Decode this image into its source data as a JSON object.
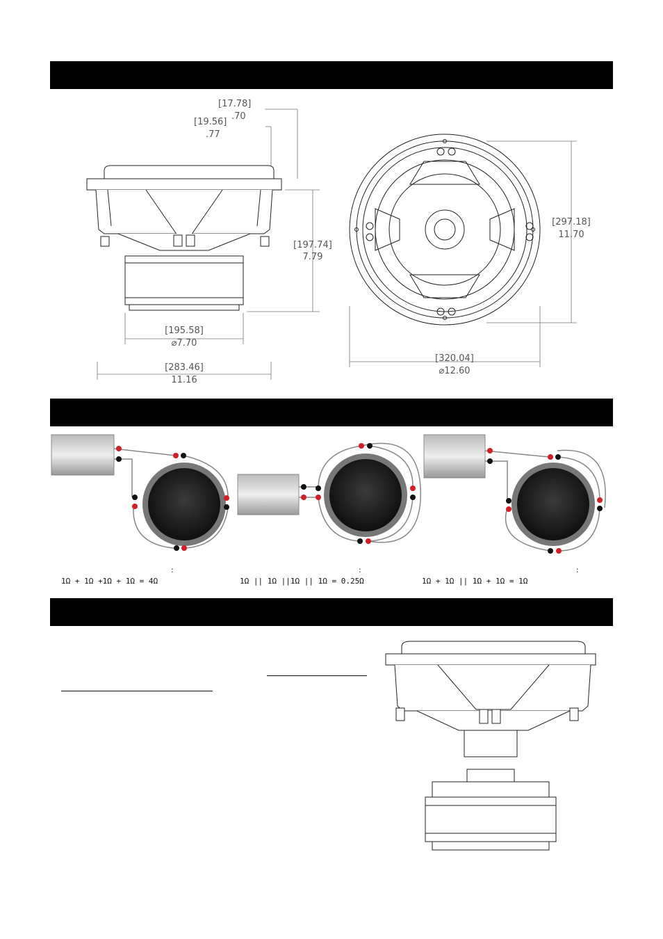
{
  "dimensions": {
    "side_view": {
      "top_flange_mm": "[17.78]",
      "top_flange_in": ".70",
      "flange_thickness_mm": "[19.56]",
      "flange_thickness_in": ".77",
      "mount_depth_mm": "[197.74]",
      "mount_depth_in": "7.79",
      "magnet_diameter_mm": "[195.58]",
      "magnet_diameter_in": "⌀7.70",
      "cutout_mm": "[283.46]",
      "cutout_in": "11.16"
    },
    "front_view": {
      "mount_hole_mm": "[297.18]",
      "mount_hole_in": "11.70",
      "outer_diameter_mm": "[320.04]",
      "outer_diameter_in": "⌀12.60"
    }
  },
  "wiring": {
    "series": {
      "colon": ":",
      "equation": "1Ω + 1Ω +1Ω + 1Ω = 4Ω"
    },
    "parallel": {
      "colon": ":",
      "equation": "1Ω || 1Ω ||1Ω || 1Ω = 0.25Ω"
    },
    "series_parallel": {
      "colon": ":",
      "equation": "1Ω + 1Ω || 1Ω + 1Ω  = 1Ω"
    }
  },
  "colors": {
    "positive_terminal": "#d21f26",
    "negative_terminal": "#111111",
    "section_bar": "#000000"
  }
}
